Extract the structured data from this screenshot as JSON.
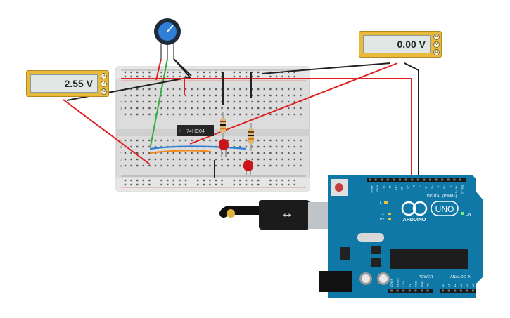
{
  "multimeter_left": {
    "reading": "2.55 V",
    "knobs": [
      "A",
      "V",
      "Ω"
    ]
  },
  "multimeter_right": {
    "reading": "0.00 V",
    "knobs": [
      "A",
      "V",
      "Ω"
    ]
  },
  "chip": {
    "label": "74HC04"
  },
  "breadboard": {
    "rows_top": [
      "a",
      "b",
      "c",
      "d",
      "e"
    ],
    "rows_bottom": [
      "f",
      "g",
      "h",
      "i",
      "j"
    ]
  },
  "arduino": {
    "model": "UNO",
    "brand": "ARDUINO",
    "on_label": "ON",
    "digital_label": "DIGITAL (PWM~)",
    "analog_label": "ANALOG IN",
    "power_label": "POWER",
    "led_labels": [
      "L",
      "TX",
      "RX"
    ],
    "digital_pins": [
      "AREF",
      "GND",
      "13",
      "12",
      "~11",
      "~10",
      "~9",
      "8",
      "7",
      "~6",
      "~5",
      "4",
      "~3",
      "2",
      "TX→1",
      "RX←0"
    ],
    "power_pins": [
      "IOREF",
      "RESET",
      "3.3V",
      "5V",
      "GND",
      "GND",
      "Vin"
    ],
    "analog_pins": [
      "A0",
      "A1",
      "A2",
      "A3",
      "A4",
      "A5"
    ]
  },
  "colors": {
    "red_wire": "#e02020",
    "black_wire": "#222222",
    "green_wire": "#2fae3c",
    "blue_wire": "#2f7fd6",
    "orange_wire": "#f08a1c",
    "board_blue": "#0f78a6"
  }
}
